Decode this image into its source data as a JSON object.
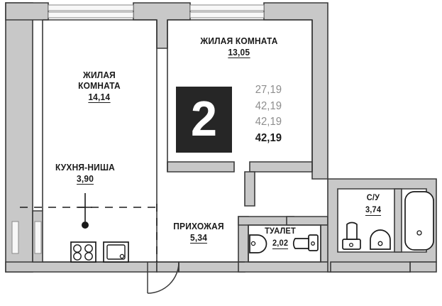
{
  "plan": {
    "rooms_badge": "2",
    "areas_summary": [
      {
        "value": "27,19",
        "kind": "living"
      },
      {
        "value": "42,19",
        "kind": "total-with-balcony"
      },
      {
        "value": "42,19",
        "kind": "total"
      },
      {
        "value": "42,19",
        "kind": "total-bold"
      }
    ],
    "rooms": [
      {
        "id": "living-room-left",
        "name_lines": [
          "ЖИЛАЯ",
          "КОМНАТА"
        ],
        "area": "14,14"
      },
      {
        "id": "living-room-top",
        "name_lines": [
          "ЖИЛАЯ КОМНАТА"
        ],
        "area": "13,05"
      },
      {
        "id": "kitchen-niche",
        "name_lines": [
          "КУХНЯ-НИША"
        ],
        "area": "3,90"
      },
      {
        "id": "hallway",
        "name_lines": [
          "ПРИХОЖАЯ"
        ],
        "area": "5,34"
      },
      {
        "id": "toilet",
        "name_lines": [
          "ТУАЛЕТ"
        ],
        "area": "2,02"
      },
      {
        "id": "bathroom",
        "name_lines": [
          "С/У"
        ],
        "area": "3,74"
      }
    ],
    "colors": {
      "wall_fill": "#c8c8c8",
      "wall_stroke": "#3a3a3a",
      "badge_bg": "#262626",
      "badge_text": "#ffffff",
      "area_gray": "#8e8e8e",
      "text": "#1a1a1a"
    },
    "fixtures": [
      "stove-icon",
      "kitchen-sink-icon",
      "ceiling-lamp-icon",
      "toilet-icon",
      "washbasin-icon",
      "bathtub-icon"
    ]
  }
}
